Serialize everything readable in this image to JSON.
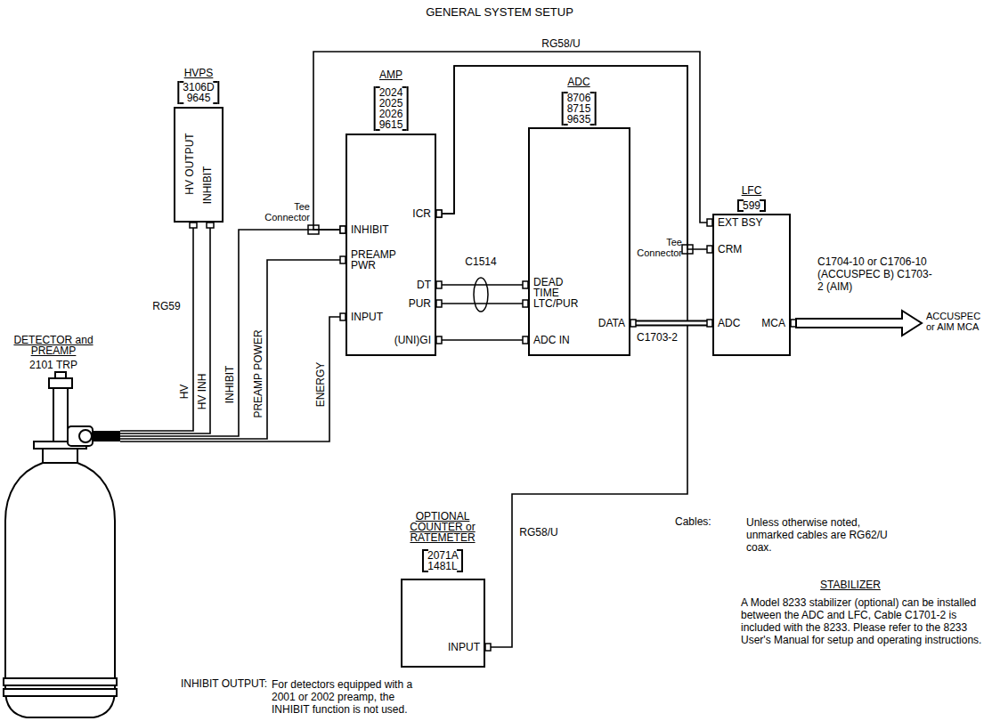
{
  "diagram": {
    "title": "GENERAL SYSTEM SETUP",
    "nodes": [
      {
        "text": [
          "HVPS",
          "3106D 9645",
          "HV OUTPUT",
          "INHIBIT"
        ]
      },
      {
        "text": [
          "AMP",
          "2024 2025 2026 9615",
          "ICR",
          "INHIBIT",
          "PREAMP PWR",
          "DT",
          "PUR",
          "INPUT",
          "(UNI)GI"
        ]
      },
      {
        "text": [
          "ADC",
          "8706 8715 9635",
          "DEAD TIME",
          "LTC/PUR",
          "DATA",
          "ADC IN"
        ]
      },
      {
        "text": [
          "LFC",
          "599",
          "EXT BSY",
          "CRM",
          "ADC",
          "MCA"
        ]
      },
      {
        "text": [
          "DETECTOR and PREAMP",
          "2101 TRP"
        ]
      },
      {
        "text": [
          "OPTIONAL COUNTER or RATEMETER",
          "2071A 1481L",
          "INPUT"
        ]
      }
    ],
    "edges": [
      {
        "from": 4,
        "to": 0,
        "arrow": "none",
        "label": "HV"
      },
      {
        "from": 4,
        "to": 0,
        "arrow": "none",
        "label": "HV INH"
      },
      {
        "from": 4,
        "to": 1,
        "arrow": "none",
        "label": "INHIBIT"
      },
      {
        "from": 4,
        "to": 1,
        "arrow": "none",
        "label": "PREAMP POWER"
      },
      {
        "from": 4,
        "to": 1,
        "arrow": "none",
        "label": "ENERGY"
      },
      {
        "from": 1,
        "to": 3,
        "arrow": "none",
        "label": "RG58/U"
      },
      {
        "from": 1,
        "to": 3,
        "arrow": "none"
      },
      {
        "from": 1,
        "to": 5,
        "arrow": "none",
        "label": "RG58/U"
      },
      {
        "from": 2,
        "to": 3,
        "arrow": "none",
        "label": "C1703-2"
      },
      {
        "from": 1,
        "to": 2,
        "arrow": "none"
      },
      {
        "from": 1,
        "to": 2,
        "arrow": "none"
      },
      {
        "from": 1,
        "to": 2,
        "arrow": "none"
      }
    ],
    "labels": [
      "RG59",
      "Tee Connector",
      "Tee Connector",
      "C1514",
      "C1704-10 or C1706-10 (ACCUSPEC B) C1703-2 (AIM)",
      "ACCUSPEC or AIM MCA",
      "Cables:",
      "Unless otherwise noted, unmarked cables are RG62/U coax.",
      "STABILIZER",
      "A Model 8233 stabilizer (optional) can be installed between the ADC and LFC, Cable C1701-2 is included with the 8233. Please refer to the 8233 User's Manual for setup and operating instructions.",
      "INHIBIT OUTPUT:",
      "For detectors equipped with a 2001 or 2002 preamp, the INHIBIT function is not used."
    ]
  }
}
